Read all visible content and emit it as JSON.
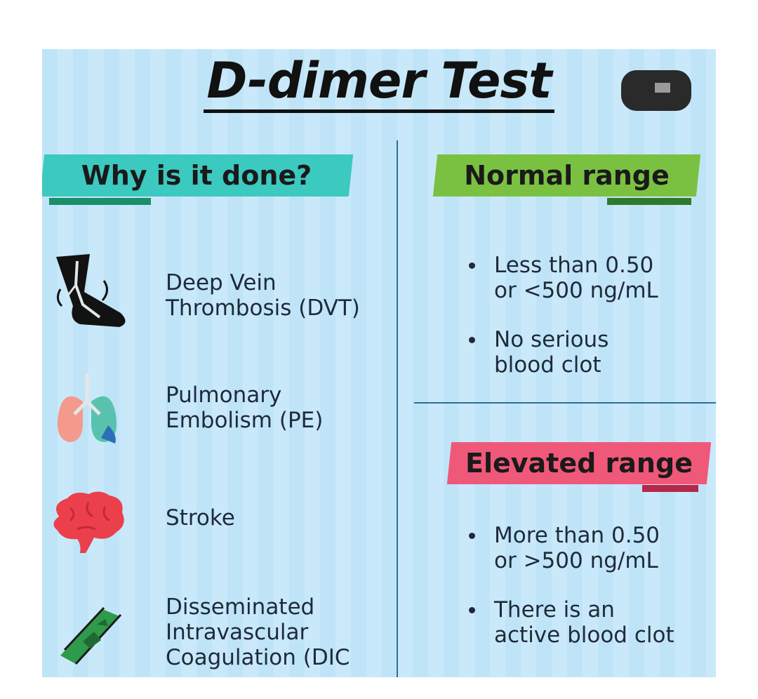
{
  "title": "D-dimer Test",
  "colors": {
    "why_banner": "#3cc9c0",
    "normal_banner": "#7ac142",
    "elevated_banner": "#f0587a",
    "background": "#c9e9fa"
  },
  "why": {
    "heading": "Why is it done?",
    "items": [
      {
        "icon": "leg-vein-icon",
        "label": "Deep Vein\nThrombosis (DVT)"
      },
      {
        "icon": "lungs-icon",
        "label": "Pulmonary\nEmbolism (PE)"
      },
      {
        "icon": "brain-icon",
        "label": "Stroke"
      },
      {
        "icon": "blood-vessel-icon",
        "label": "Disseminated\nIntravascular\nCoagulation (DIC"
      }
    ]
  },
  "normal": {
    "heading": "Normal range",
    "bullets": [
      "Less than 0.50\nor <500 ng/mL",
      "No serious\nblood clot"
    ]
  },
  "elevated": {
    "heading": "Elevated range",
    "bullets": [
      "More than 0.50\nor >500 ng/mL",
      "There is an\nactive blood clot"
    ]
  }
}
